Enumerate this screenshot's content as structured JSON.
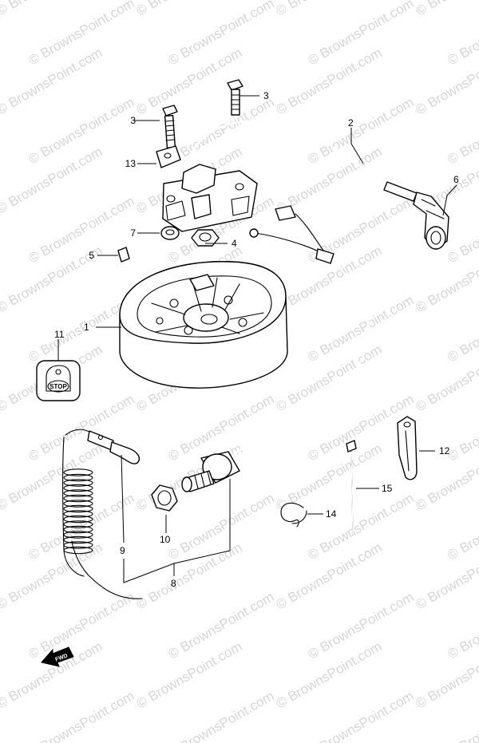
{
  "watermark": {
    "text": "© BrownsPoint.com",
    "color": "#d6d6d6"
  },
  "callouts": [
    {
      "id": "1",
      "label": "1"
    },
    {
      "id": "2",
      "label": "2"
    },
    {
      "id": "3a",
      "label": "3"
    },
    {
      "id": "3b",
      "label": "3"
    },
    {
      "id": "4",
      "label": "4"
    },
    {
      "id": "5",
      "label": "5"
    },
    {
      "id": "6",
      "label": "6"
    },
    {
      "id": "7",
      "label": "7"
    },
    {
      "id": "8",
      "label": "8"
    },
    {
      "id": "9",
      "label": "9"
    },
    {
      "id": "10",
      "label": "10"
    },
    {
      "id": "11",
      "label": "11"
    },
    {
      "id": "12",
      "label": "12"
    },
    {
      "id": "13",
      "label": "13"
    },
    {
      "id": "14",
      "label": "14"
    },
    {
      "id": "15",
      "label": "15"
    }
  ],
  "stop_plate": {
    "text": "STOP"
  },
  "direction_arrow": {
    "text": "FWD"
  }
}
